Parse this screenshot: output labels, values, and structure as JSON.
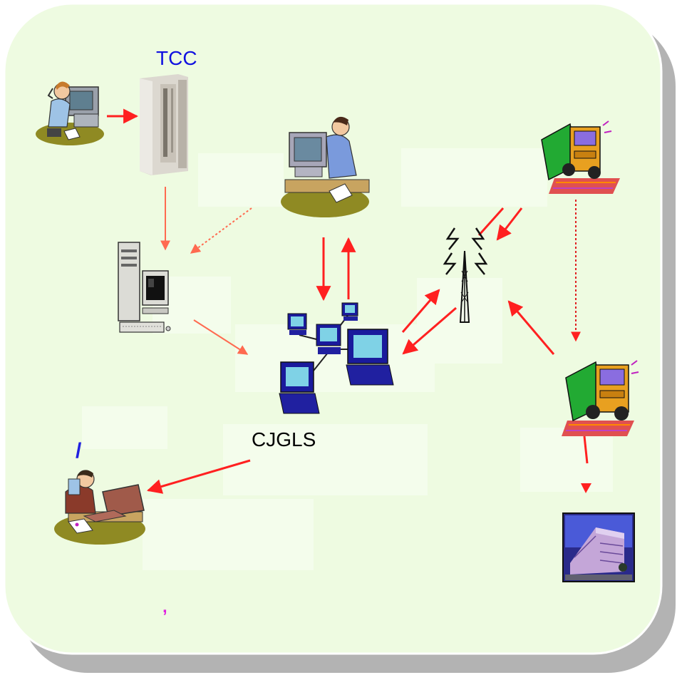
{
  "diagram": {
    "labels": {
      "tcc": "TCC",
      "cjgls": "CJGLS",
      "slash": "/",
      "comma": ","
    },
    "colors": {
      "panel_fill": "#eefbe1",
      "panel_shadow": "#b3b3b3",
      "highlight_box": "#f4fdec",
      "solid_arrow": "#ff2020",
      "light_arrow": "#ff6a50",
      "dotted_arrow": "#e02020",
      "tcc_text": "#1010e0",
      "slash_text": "#2020e0",
      "comma_text": "#e020e0"
    },
    "nodes": [
      {
        "id": "operator-on-phone",
        "icon": "person-phone-computer-icon"
      },
      {
        "id": "tcc-server",
        "icon": "server-cabinet-icon"
      },
      {
        "id": "dispatcher",
        "icon": "person-at-computer-icon"
      },
      {
        "id": "workstation",
        "icon": "desktop-tower-icon"
      },
      {
        "id": "network",
        "icon": "computer-network-icon"
      },
      {
        "id": "radio-tower",
        "icon": "antenna-tower-icon"
      },
      {
        "id": "truck-1",
        "icon": "truck-icon"
      },
      {
        "id": "truck-2",
        "icon": "truck-icon"
      },
      {
        "id": "manager",
        "icon": "person-laptop-icon"
      },
      {
        "id": "office-building",
        "icon": "building-icon"
      }
    ]
  }
}
